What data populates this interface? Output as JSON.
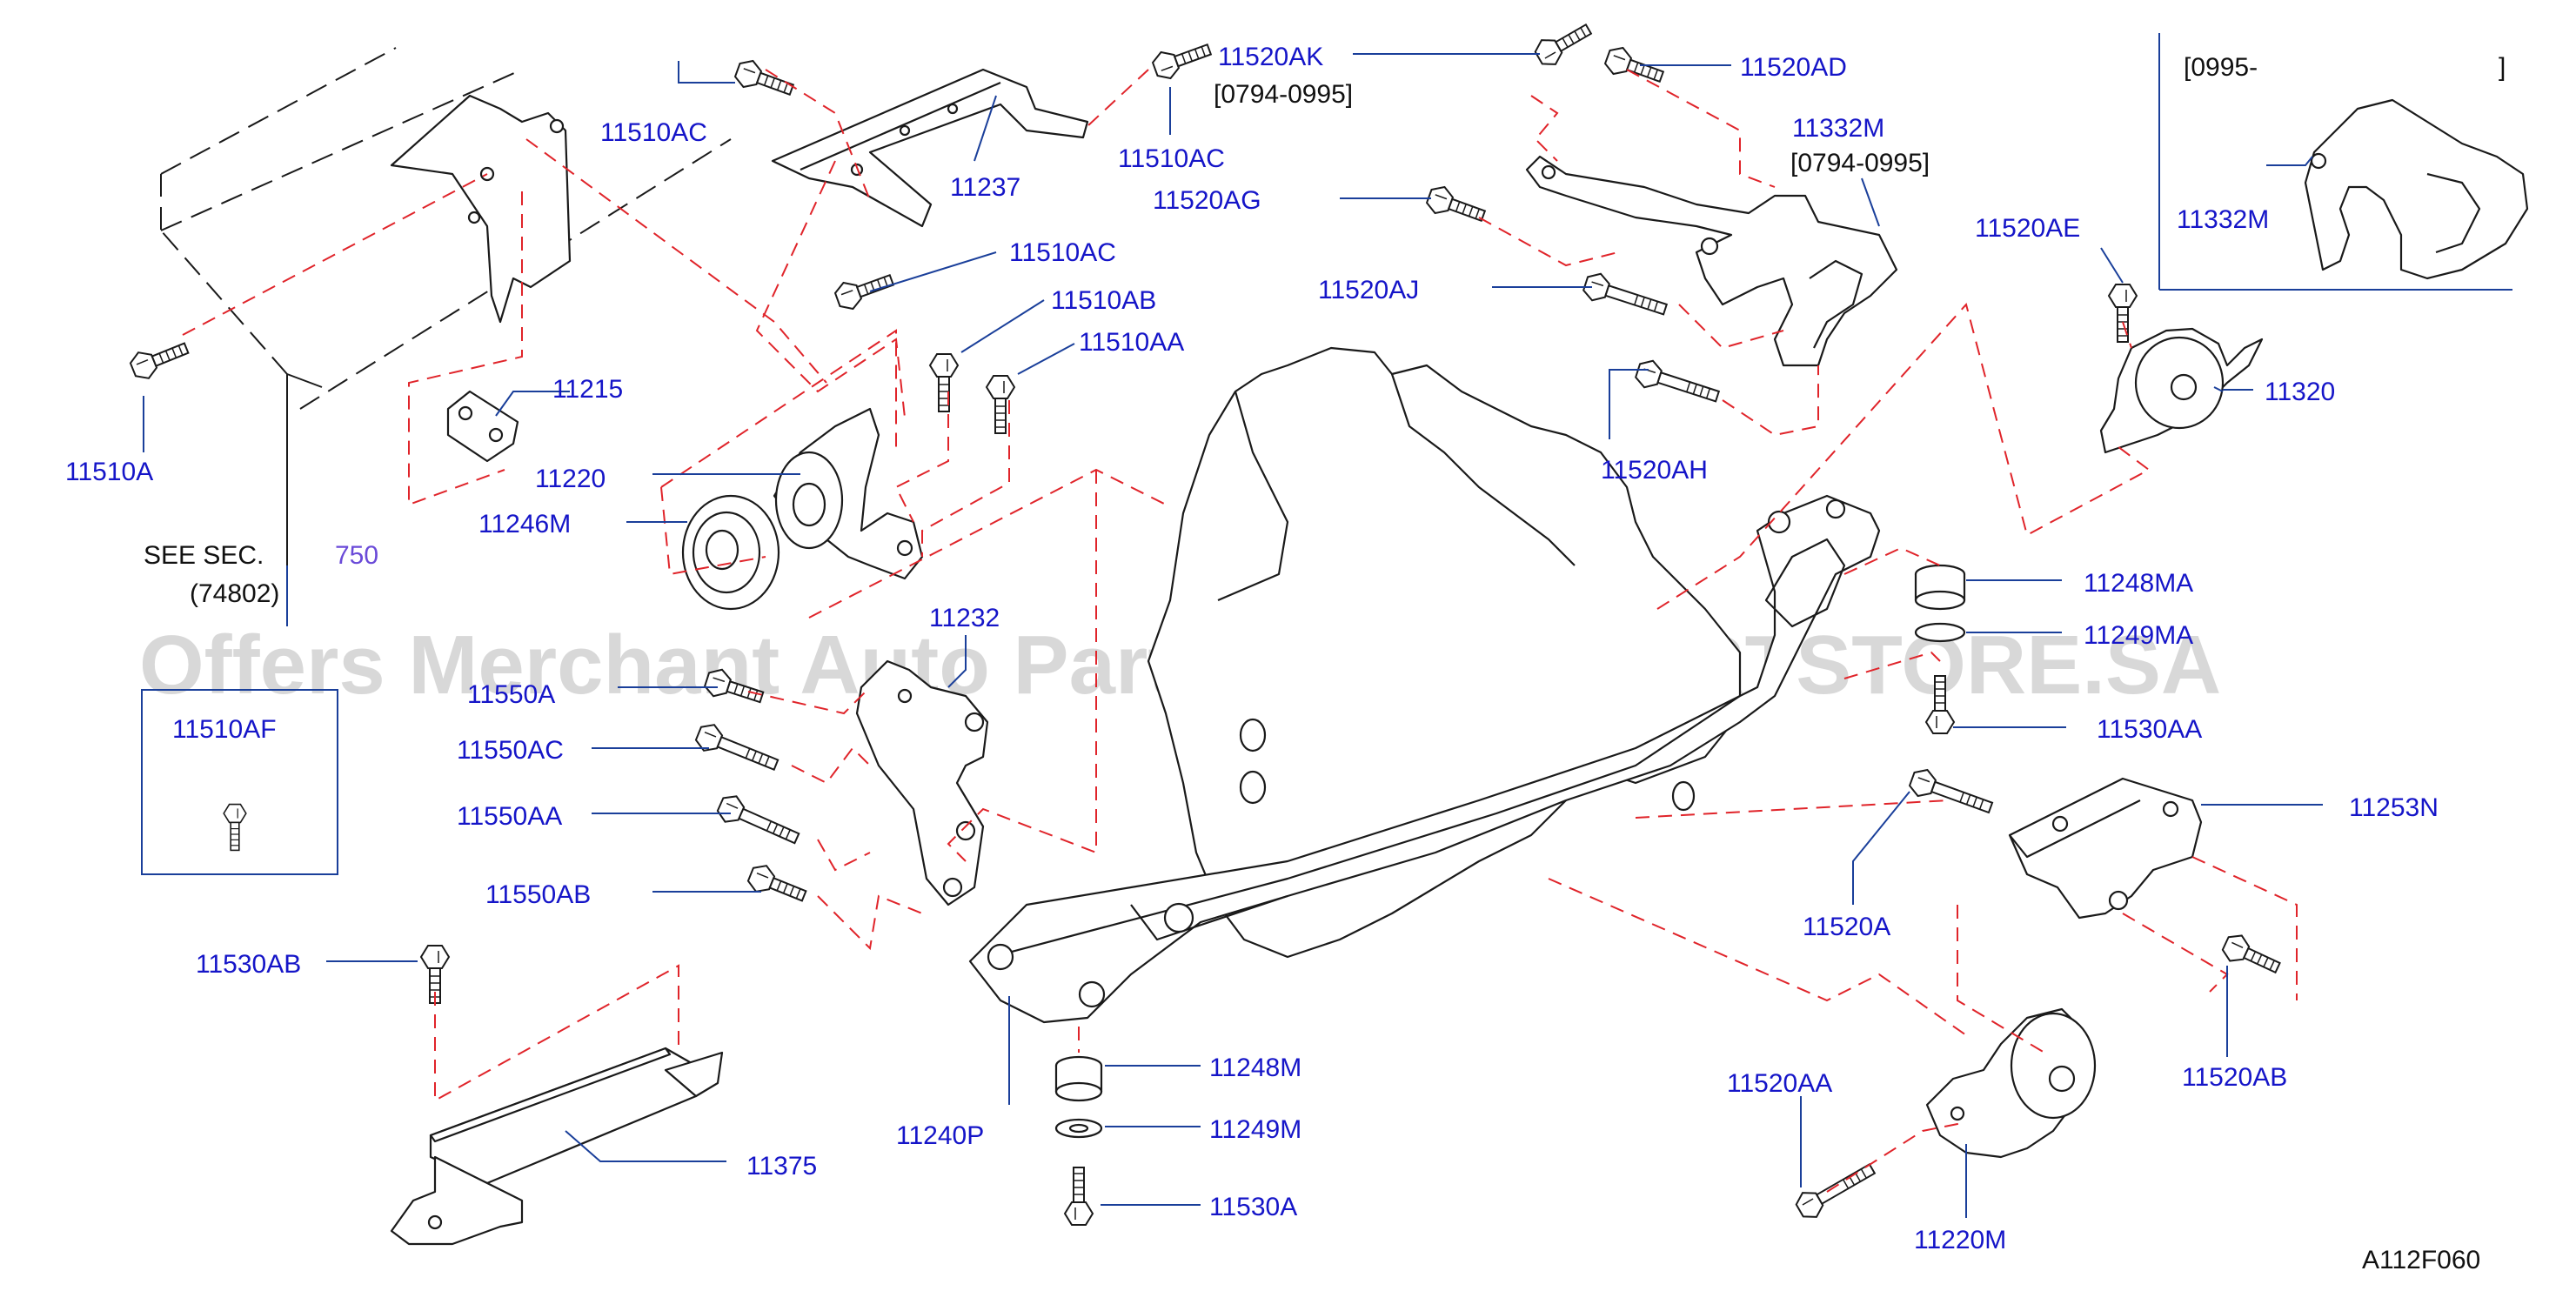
{
  "colors": {
    "label": "#1515c8",
    "leader": "#1a3f9a",
    "phantom": "#e0242a",
    "outline": "#1a1a1a",
    "section_ref": "#6a4ad8",
    "watermark": "#cfcfcf"
  },
  "watermark": "Offers Merchant Auto Parts Catalog PARTSTORE.SA",
  "see_section": {
    "text": "SEE  SEC.",
    "number": "750",
    "sub_ref": "(74802)"
  },
  "inset_box": {
    "header": "[0995-",
    "header_close": "]"
  },
  "date_ranges": {
    "range_1": "[0794-0995]",
    "range_2": "[0794-0995]"
  },
  "diagram_code": "A112F060",
  "part_labels": {
    "p_11510AC_a": "11510AC",
    "p_11237": "11237",
    "p_11510AC_b": "11510AC",
    "p_11510AC_c": "11510AC",
    "p_11510AB": "11510AB",
    "p_11510AA": "11510AA",
    "p_11215": "11215",
    "p_11510A": "11510A",
    "p_11220": "11220",
    "p_11246M": "11246M",
    "p_11232": "11232",
    "p_11550A": "11550A",
    "p_11510AF": "11510AF",
    "p_11550AC": "11550AC",
    "p_11550AA": "11550AA",
    "p_11550AB": "11550AB",
    "p_11530AB": "11530AB",
    "p_11375": "11375",
    "p_11240P": "11240P",
    "p_11248M": "11248M",
    "p_11249M": "11249M",
    "p_11530A": "11530A",
    "p_11520AK": "11520AK",
    "p_11520AD": "11520AD",
    "p_11332M": "11332M",
    "p_11520AG": "11520AG",
    "p_11520AJ": "11520AJ",
    "p_11520AH": "11520AH",
    "p_11520AE": "11520AE",
    "p_11320": "11320",
    "p_11332M_inset": "11332M",
    "p_11248MA": "11248MA",
    "p_11249MA": "11249MA",
    "p_11530AA": "11530AA",
    "p_11253N": "11253N",
    "p_11520A": "11520A",
    "p_11520AB": "11520AB",
    "p_11520AA": "11520AA",
    "p_11220M": "11220M"
  }
}
